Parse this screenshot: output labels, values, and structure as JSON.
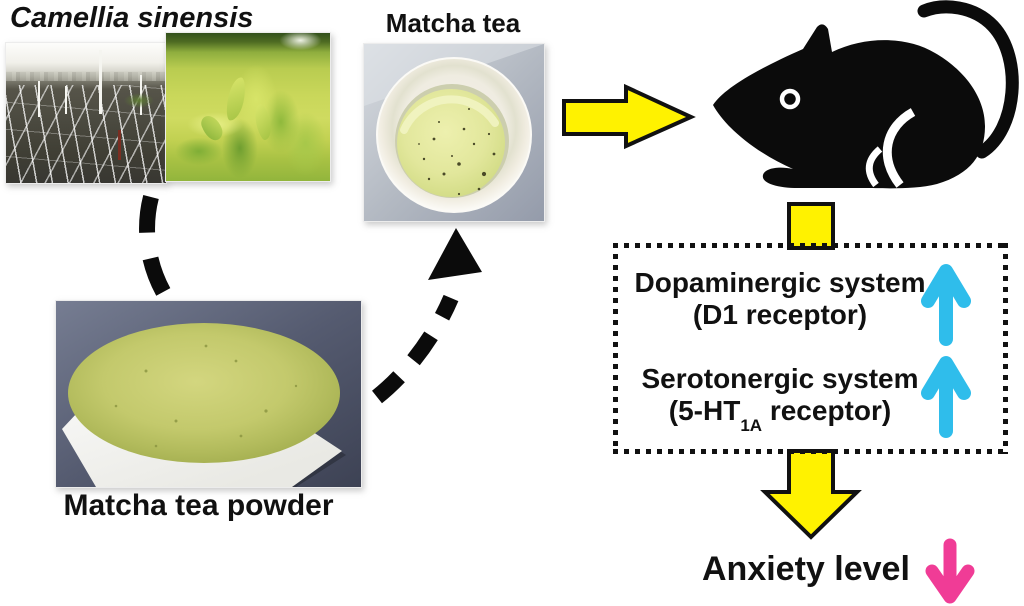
{
  "figure": {
    "species_title": "Camellia sinensis",
    "labels": {
      "matcha_tea": "Matcha tea",
      "matcha_powder": "Matcha tea powder",
      "anxiety": "Anxiety level"
    },
    "neuro_box": {
      "effects": [
        {
          "system": "Dopaminergic system",
          "receptor": "(D1 receptor)",
          "direction": "up"
        },
        {
          "system": "Serotonergic system",
          "receptor_pre": "(5-HT",
          "receptor_sub": "1A",
          "receptor_post": " receptor)",
          "direction": "up"
        }
      ]
    },
    "anxiety_direction": "down",
    "colors": {
      "arrow_yellow": "#FFF200",
      "arrow_outline": "#111111",
      "up_arrow_cyan": "#2FBDEB",
      "down_arrow_pink": "#F03C96",
      "mouse_black": "#0B0B0B",
      "dashed_arrow_black": "#0B0B0B"
    }
  }
}
